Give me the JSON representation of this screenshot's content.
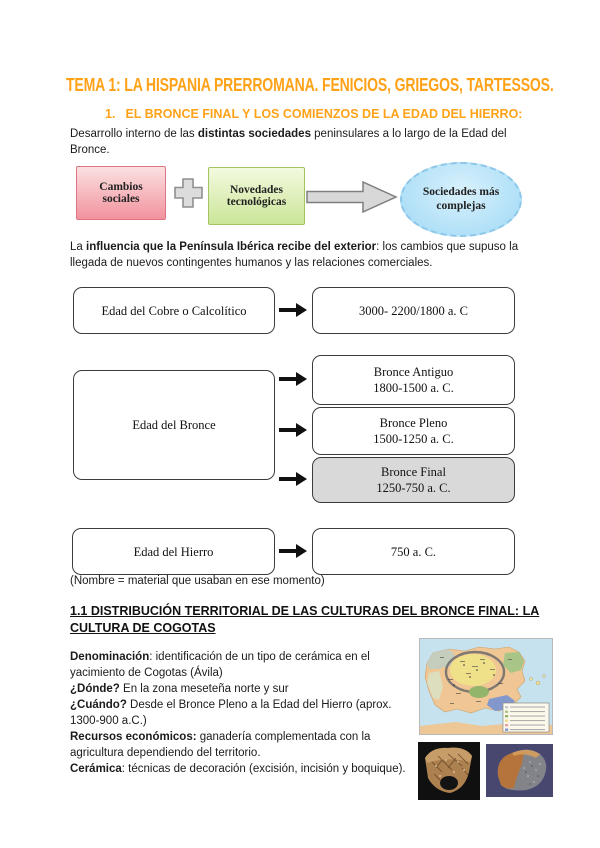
{
  "colors": {
    "accent_orange": "#FFA218",
    "pink_box_border": "#DC7684",
    "green_box_border": "#A3C45F",
    "result_ellipse_fill": "#AEDFF7",
    "highlight_gray": "#D9D9D9"
  },
  "title": "TEMA 1: LA HISPANIA PRERROMANA. FENICIOS, GRIEGOS, TARTESSOS.",
  "section1": {
    "number": "1.",
    "heading": "EL BRONCE FINAL Y LOS COMIENZOS DE LA EDAD DEL HIERRO:",
    "para1_l1": {
      "pre": "Desarrollo interno de las ",
      "bold": "distintas sociedades",
      "post": " peninsulares a lo largo de la Edad del"
    },
    "para1_l2": "Bronce.",
    "para2_l1": {
      "pre": "La ",
      "bold": "influencia que la Península Ibérica recibe del exterior",
      "post": ": los cambios que supuso la"
    },
    "para2_l2": "llegada de nuevos contingentes humanos y las relaciones comerciales."
  },
  "diagram": {
    "box_social": "Cambios sociales",
    "plus_icon": "plus-sign",
    "box_tech": "Novedades tecnológicas",
    "arrow_icon": "right-block-arrow",
    "ellipse_result": "Sociedades más complejas"
  },
  "timeline": {
    "row_cobre": {
      "left": "Edad del Cobre o Calcolítico",
      "right": "3000- 2200/1800 a. C"
    },
    "row_bronce": {
      "left": "Edad del Bronce",
      "phases": [
        {
          "name": "Bronce Antiguo",
          "dates": "1800-1500 a. C.",
          "highlighted": false
        },
        {
          "name": "Bronce Pleno",
          "dates": "1500-1250 a. C.",
          "highlighted": false
        },
        {
          "name": "Bronce Final",
          "dates": "1250-750 a. C.",
          "highlighted": true
        }
      ]
    },
    "row_hierro": {
      "left": "Edad del Hierro",
      "right": "750 a. C."
    },
    "note": "(Nombre = material que usaban en ese momento)"
  },
  "section11": {
    "heading_l1": "1.1 DISTRIBUCIÓN TERRITORIAL DE LAS CULTURAS DEL BRONCE FINAL: LA",
    "heading_l2": "CULTURA DE COGOTAS",
    "lines": [
      {
        "bold": "Denominación",
        "rest": ": identificación de un tipo de cerámica en el"
      },
      {
        "bold": "",
        "rest": "yacimiento de Cogotas (Ávila)"
      },
      {
        "bold": "¿Dónde?",
        "rest": " En la zona meseteña norte y sur"
      },
      {
        "bold": "¿Cuándo?",
        "rest": " Desde el Bronce Pleno a la Edad del Hierro (aprox."
      },
      {
        "bold": "",
        "rest": "1300-900 a.C.)"
      },
      {
        "bold": "Recursos económicos:",
        "rest": " ganadería complementada con la"
      },
      {
        "bold": "",
        "rest": "agricultura dependiendo del territorio."
      },
      {
        "bold": "Cerámica",
        "rest": ": técnicas de decoración (excisión, incisión y boquique)."
      }
    ],
    "images": {
      "map": "map-cogotas-territorial-distribution",
      "photo1": "cogotas-ceramic-sherd-excision-decoration",
      "photo2": "cogotas-ceramic-sherd-fragment"
    }
  }
}
